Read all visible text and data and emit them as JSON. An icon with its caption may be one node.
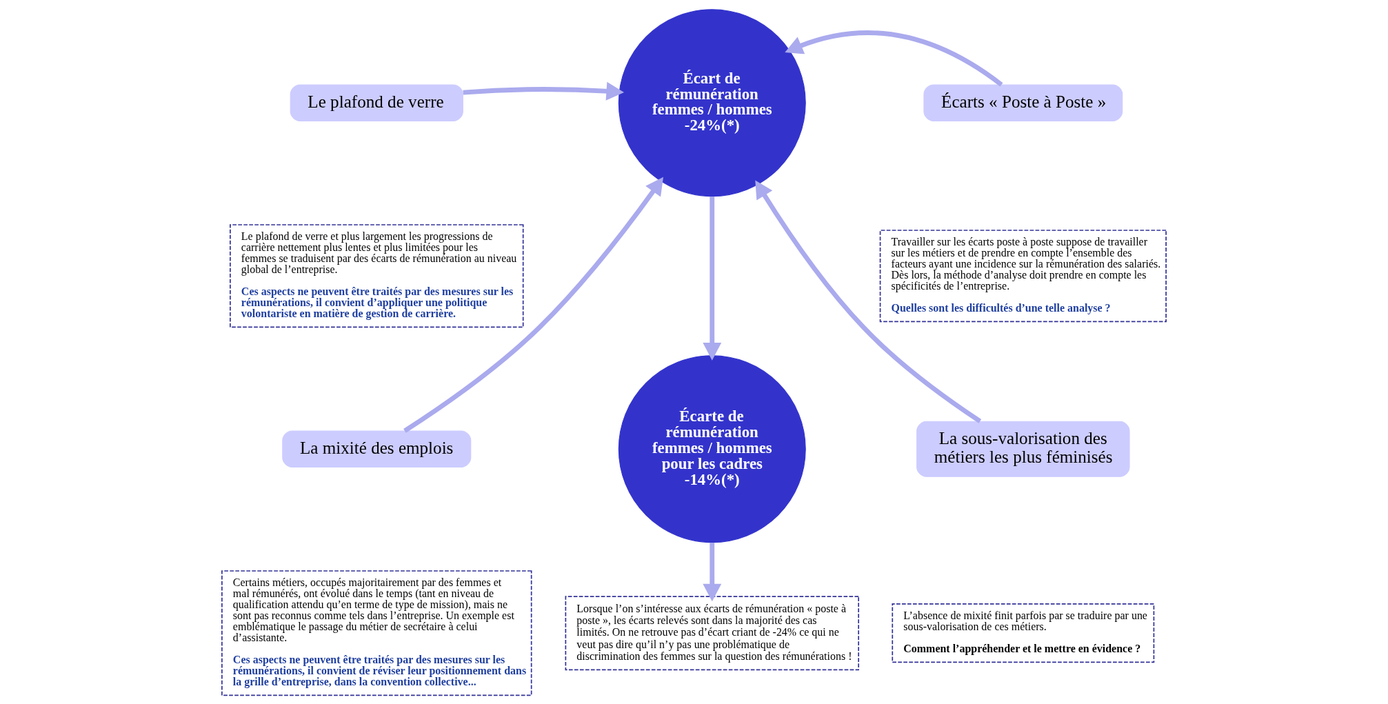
{
  "diagram": {
    "nodes": [
      {
        "text": [
          "Le plafond de verre"
        ]
      },
      {
        "text": [
          "Le plafond de verre et plus largement les progressions de carrière nettement plus lentes et plus limitées pour les femmes se traduisent par des écarts de rémunération au niveau global de l’entreprise.",
          "Ces aspects ne peuvent être traités par des mesures sur les rémunérations, il convient d’appliquer une politique volontariste en matière de gestion de carrière."
        ]
      },
      {
        "text": [
          "La mixité des emplois"
        ]
      },
      {
        "text": [
          "Certains métiers, occupés majoritairement par des femmes et mal rémunérés, ont évolué dans le temps (tant en niveau de qualification attendu qu’en terme de type de mission), mais ne sont pas reconnus comme tels dans l’entreprise. Un exemple est emblématique le passage du métier de secrétaire à celui d’assistante.",
          "Ces aspects ne peuvent être traités par des mesures sur les rémunérations, il convient de réviser leur positionnement dans la grille d’entreprise, dans la convention collective..."
        ]
      },
      {
        "text": [
          "Écart de rémunération femmes / hommes -24%(*)"
        ]
      },
      {
        "text": [
          "Écarte de rémunération femmes / hommes pour les cadres -14%(*)"
        ]
      },
      {
        "text": [
          "Écarts « Poste à Poste »"
        ]
      },
      {
        "text": [
          "Travailler sur les écarts poste à poste suppose de travailler sur les métiers et de prendre en compte l’ensemble des facteurs ayant une incidence sur la rémunération des salariés. Dès lors, la méthode d’analyse doit prendre en compte les spécificités de l’entreprise.",
          "Quelles sont les difficultés d’une telle analyse ?"
        ]
      },
      {
        "text": [
          "La sous-valorisation des métiers les plus féminisés"
        ]
      },
      {
        "text": [
          "L’absence de mixité finit parfois par se traduire par une sous-valorisation de ces métiers.",
          "Comment l’appréhender et le mettre en évidence ?"
        ]
      },
      {
        "text": [
          "Lorsque l’on s’intéresse aux écarts de rémunération « poste à poste », les écarts relevés sont dans la majorité des cas limités. On ne retrouve pas d’écart criant de -24% ce qui ne veut pas dire qu’il n’y pas une problématique de discrimination des femmes sur la question des rémunérations !"
        ]
      }
    ],
    "edges": [
      {
        "from": 0,
        "to": 4,
        "arrow": "to"
      },
      {
        "from": 2,
        "to": 4,
        "arrow": "to"
      },
      {
        "from": 6,
        "to": 4,
        "arrow": "to"
      },
      {
        "from": 8,
        "to": 4,
        "arrow": "to"
      },
      {
        "from": 4,
        "to": 5,
        "arrow": "to"
      },
      {
        "from": 5,
        "to": 10,
        "arrow": "to"
      }
    ]
  }
}
